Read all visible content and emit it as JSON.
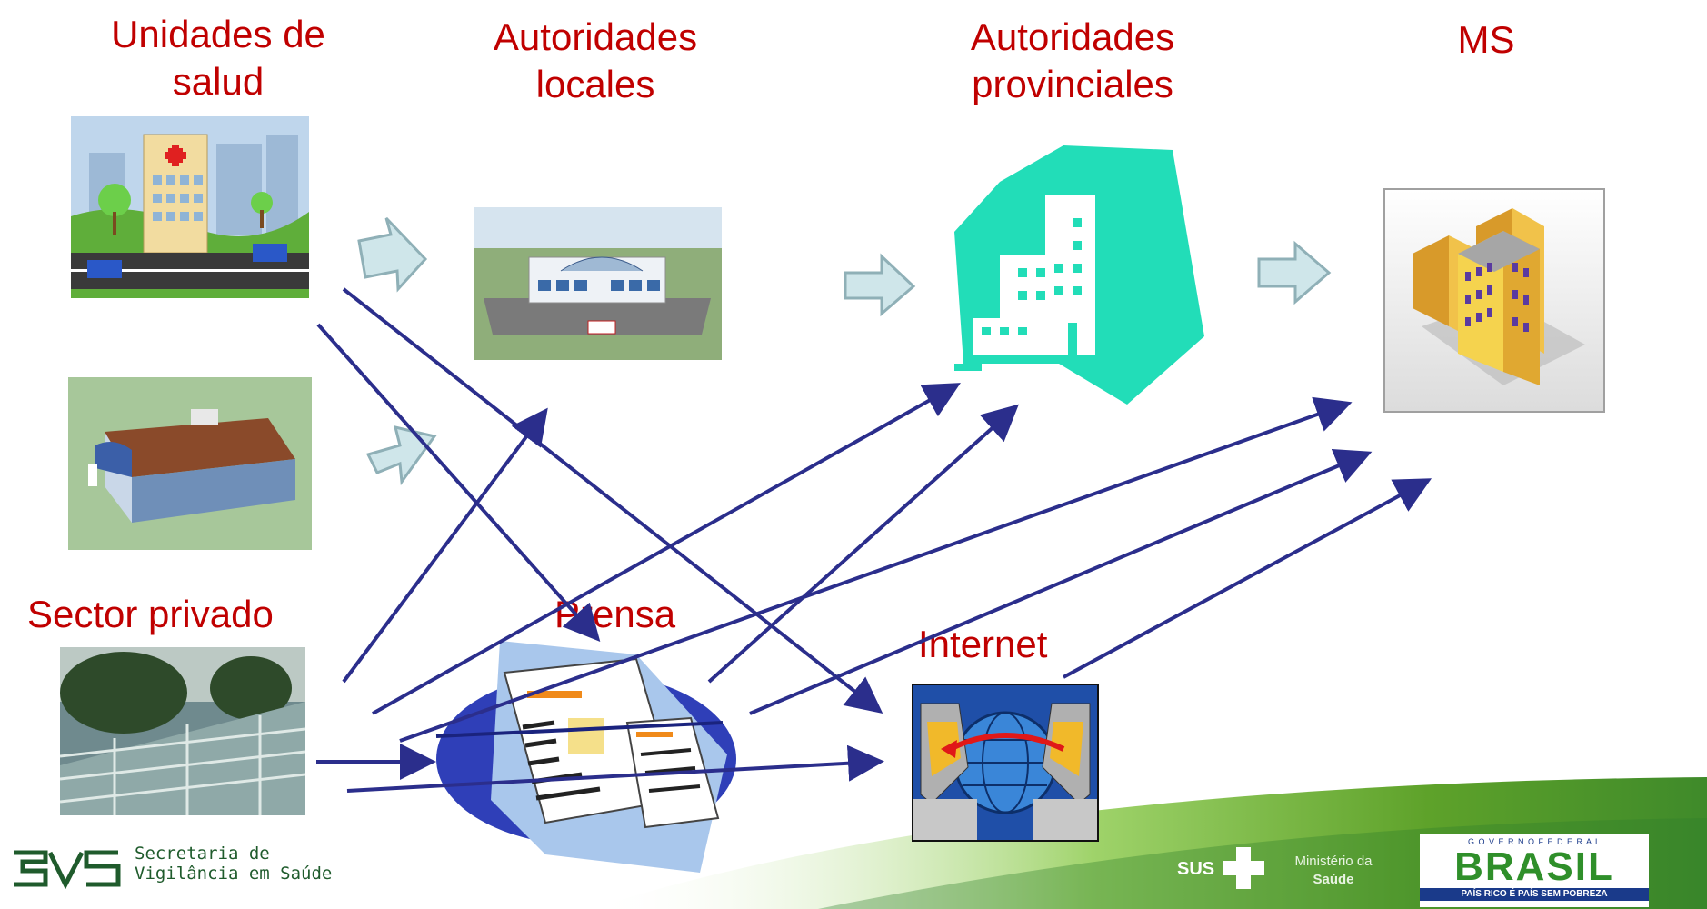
{
  "titles": {
    "health_units": "Unidades de\nsalud",
    "local_authorities": "Autoridades\nlocales",
    "provincial_authorities": "Autoridades\nprovinciales",
    "ms": "MS",
    "private_sector": "Sector privado",
    "press": "Prensa",
    "internet": "Internet"
  },
  "footer": {
    "svs_logo": "SVS",
    "svs_line1": "Secretaria de",
    "svs_line2": "Vigilância em Saúde",
    "sus_logo": "SUS",
    "ministry_line1": "Ministério da",
    "ministry_line2": "Saúde",
    "gov_line": "G O V E R N O   F E D E R A L",
    "brasil": "BRASIL",
    "brasil_slogan": "PAÍS RICO É PAÍS SEM POBREZA"
  },
  "colors": {
    "title_red": "#c00000",
    "arrow_navy": "#2b2e8c",
    "block_arrow_fill": "#cfe6ea",
    "block_arrow_stroke": "#8fb0b7",
    "provincial_teal": "#22ddb8",
    "green_band": "#6aa82f"
  }
}
